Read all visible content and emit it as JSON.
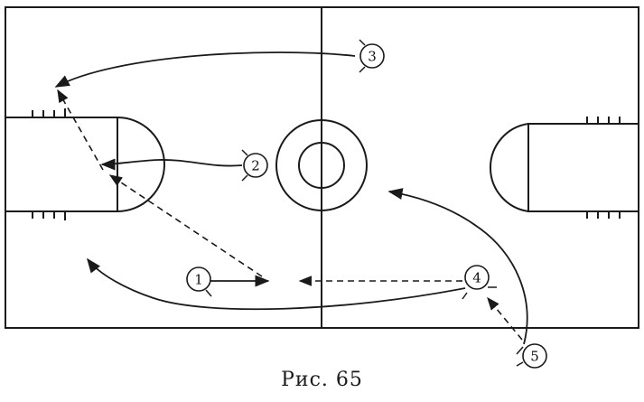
{
  "caption": "Рис. 65",
  "colors": {
    "ink": "#1a1a1a",
    "paper": "#ffffff"
  },
  "players": [
    {
      "id": "player-1",
      "label": "1"
    },
    {
      "id": "player-2",
      "label": "2"
    },
    {
      "id": "player-3",
      "label": "3"
    },
    {
      "id": "player-4",
      "label": "4"
    },
    {
      "id": "player-5",
      "label": "5"
    }
  ]
}
